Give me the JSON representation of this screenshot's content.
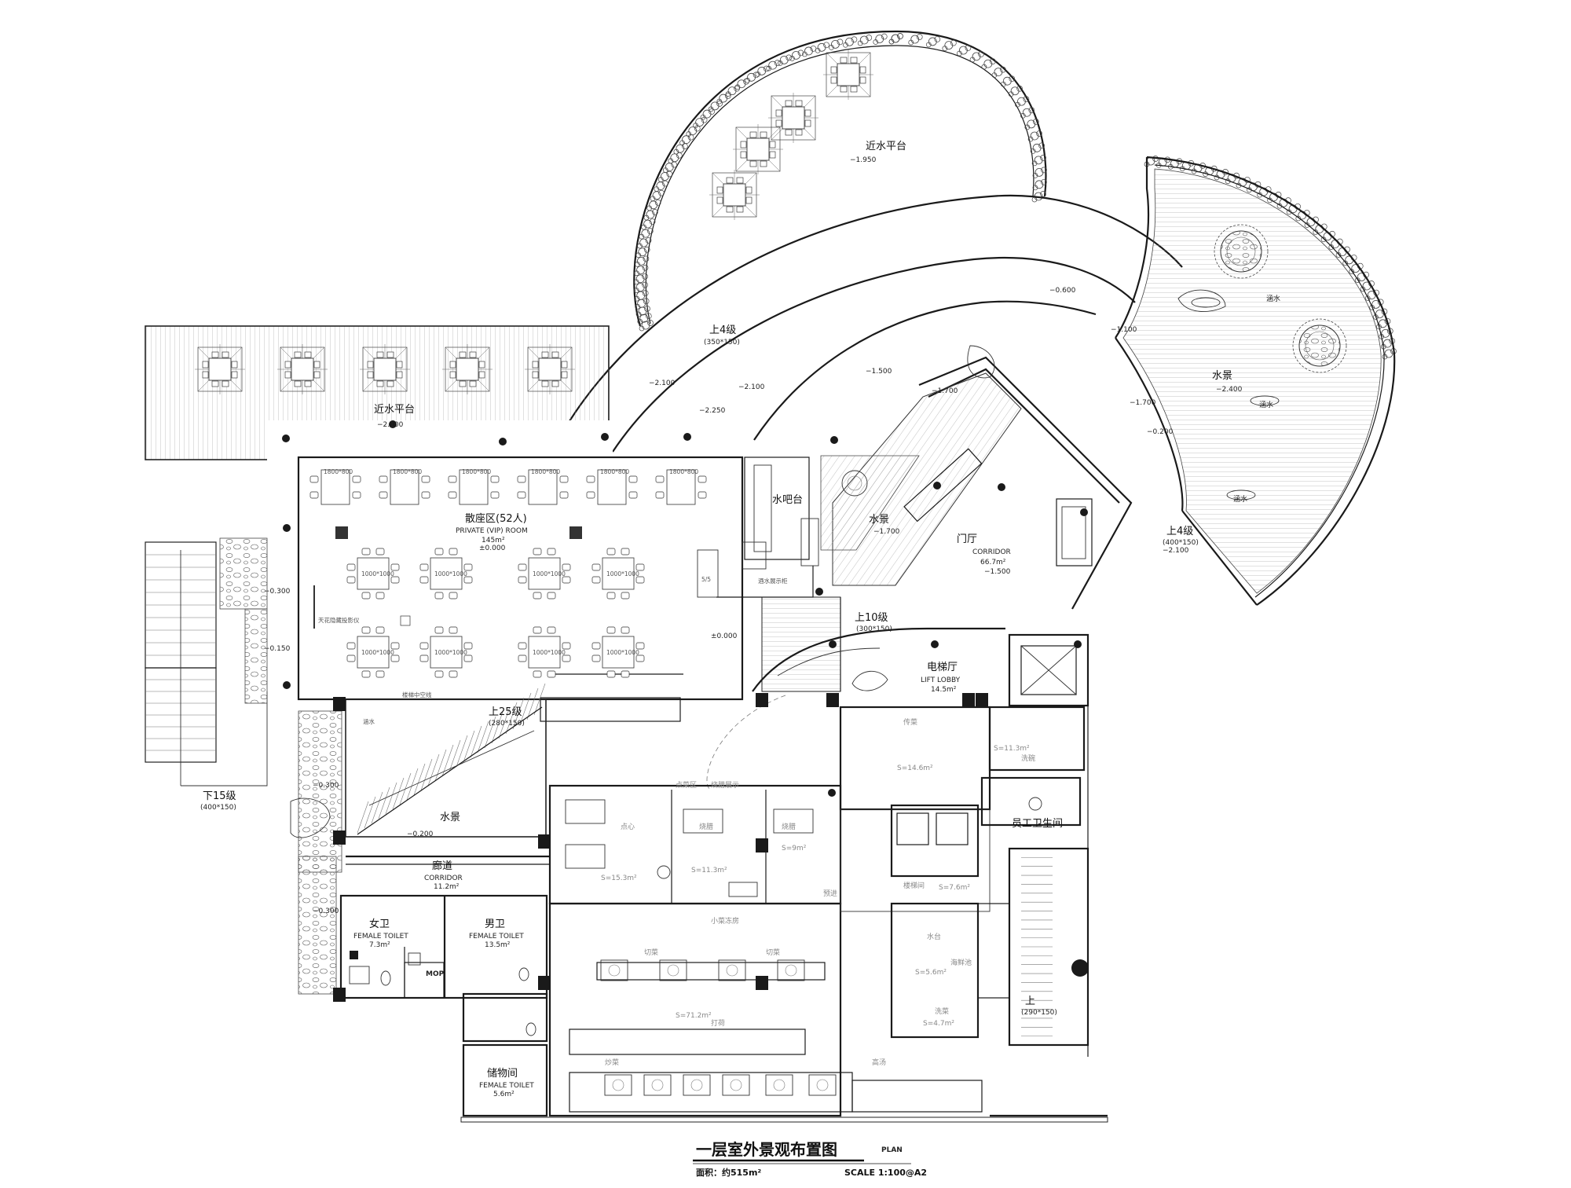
{
  "title": "一层室外景观布置图",
  "title_sub": "PLAN",
  "area_label": "面积：约515m²",
  "scale_label": "SCALE 1:100@A2",
  "rooms": {
    "terrace_top": "近水平台",
    "terrace_top_level": "−1.950",
    "terrace_left": "近水平台",
    "terrace_left_level": "−2.100",
    "water_feature_right": "水景",
    "water_feature_right_level": "−2.400",
    "overflow_1": "涵水",
    "overflow_2": "涵水",
    "overflow_3": "涵水",
    "dining_cn": "散座区(52人)",
    "dining_en": "PRIVATE (VIP) ROOM",
    "dining_area": "145m²",
    "dining_level": "±0.000",
    "water_bar": "水吧台",
    "wine_display": "酒水展示柜",
    "cabinet_label": "5/5",
    "projector": "天花隐藏投影仪",
    "floor_level": "±0.000",
    "water_mid": "水景",
    "water_mid_level": "−1.700",
    "foyer_cn": "门厅",
    "foyer_en": "CORRIDOR",
    "foyer_area": "66.7m²",
    "foyer_level": "−1.500",
    "lift_cn": "电梯厅",
    "lift_en": "LIFT LOBBY",
    "lift_area": "14.5m²",
    "stair_void": "楼梯中空线",
    "overflow_stair": "涵水",
    "water_left": "水景",
    "water_left_level": "−0.200",
    "corridor_cn": "廊道",
    "corridor_en": "CORRIDOR",
    "corridor_area": "11.2m²",
    "female_cn": "女卫",
    "female_en": "FEMALE TOILET",
    "female_area": "7.3m²",
    "male_cn": "男卫",
    "male_en": "FEMALE TOILET",
    "male_area": "13.5m²",
    "mop": "MOP",
    "storage_cn": "储物间",
    "storage_en": "FEMALE TOILET",
    "storage_area": "5.6m²",
    "staff_wc": "员工卫生间",
    "pass_dish": "传菜",
    "pass_dish_area": "S=14.6m²",
    "wash": "洗碗",
    "wash_area": "S=11.3m²",
    "cold_dish": "点心",
    "bbq": "烧腊",
    "bbq_area": "S=11.3m²",
    "roast": "烧腊",
    "roast_area": "S=9m²",
    "dim_area": "S=15.3m²",
    "veg_cut": "切菜",
    "veg_cut2": "切菜",
    "pickle": "小菜冻房",
    "prep": "预进",
    "hit": "打荷",
    "hit_area": "S=71.2m²",
    "stir_fry": "炒菜",
    "soup": "高汤",
    "sink": "水台",
    "sink_area": "S=5.6m²",
    "seafood": "海鲜池",
    "wash_veg": "洗菜",
    "wash_veg_area": "S=4.7m²",
    "lift_room": "楼梯间",
    "lift_room_area": "S=7.6m²",
    "kitchen_top1": "点菜区",
    "kitchen_top2": "烧腊展示"
  },
  "levels": {
    "l_0600": "−0.600",
    "l_1100": "−1.100",
    "l_1500": "−1.500",
    "l_1700a": "−1.700",
    "l_1700b": "−1.700",
    "l_0200": "−0.200",
    "l_2100a": "−2.100",
    "l_2100b": "−2.100",
    "l_2250": "−2.250",
    "l_2100c": "−2.100",
    "l_0300a": "−0.300",
    "l_0150": "−0.150",
    "l_0300b": "−0.300",
    "l_0300c": "−0.300"
  },
  "stairs": {
    "up4_top": "上4级",
    "up4_top_dim": "(350*150)",
    "up4_right": "上4级",
    "up4_right_dim": "(400*150)",
    "up10": "上10级",
    "up10_dim": "(300*150)",
    "up25": "上25级",
    "up25_dim": "(280*150)",
    "down15": "下15级",
    "down15_dim": "(400*150)",
    "up_right": "上",
    "up_right_dim": "(290*150)"
  },
  "table_sizes": {
    "long": "1800*800",
    "square": "1000*1000"
  }
}
